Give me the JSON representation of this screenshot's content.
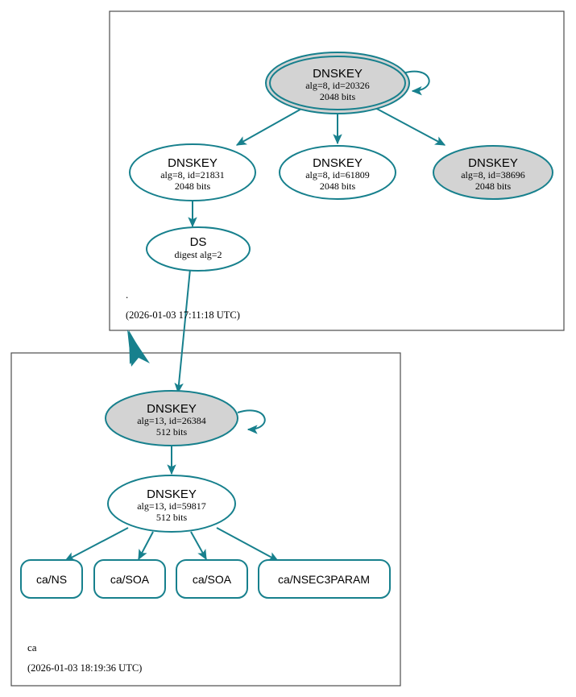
{
  "diagram": {
    "kind": "dnssec-authentication-chain",
    "colors": {
      "accent_teal": "#17808d",
      "node_secure_fill": "#d3d3d3",
      "node_plain_fill": "#ffffff",
      "zone_border": "#4d4d4d",
      "background": "#ffffff"
    }
  },
  "zones": [
    {
      "id": "root",
      "name": ".",
      "timestamp": "(2026-01-03 17:11:18 UTC)",
      "nodes": [
        {
          "id": "root-ksk-20326",
          "type": "DNSKEY",
          "title": "DNSKEY",
          "line2": "alg=8, id=20326",
          "line3": "2048 bits",
          "fill": "gray",
          "double_ellipse": true,
          "self_signed": true
        },
        {
          "id": "root-zsk-21831",
          "type": "DNSKEY",
          "title": "DNSKEY",
          "line2": "alg=8, id=21831",
          "line3": "2048 bits",
          "fill": "white",
          "double_ellipse": false,
          "self_signed": false
        },
        {
          "id": "root-zsk-61809",
          "type": "DNSKEY",
          "title": "DNSKEY",
          "line2": "alg=8, id=61809",
          "line3": "2048 bits",
          "fill": "white",
          "double_ellipse": false,
          "self_signed": false
        },
        {
          "id": "root-zsk-38696",
          "type": "DNSKEY",
          "title": "DNSKEY",
          "line2": "alg=8, id=38696",
          "line3": "2048 bits",
          "fill": "gray",
          "double_ellipse": false,
          "self_signed": false
        },
        {
          "id": "root-ds",
          "type": "DS",
          "title": "DS",
          "line2": "digest alg=2",
          "line3": "",
          "fill": "white",
          "double_ellipse": false,
          "self_signed": false
        }
      ]
    },
    {
      "id": "ca",
      "name": "ca",
      "timestamp": "(2026-01-03 18:19:36 UTC)",
      "nodes": [
        {
          "id": "ca-ksk-26384",
          "type": "DNSKEY",
          "title": "DNSKEY",
          "line2": "alg=13, id=26384",
          "line3": "512 bits",
          "fill": "gray",
          "double_ellipse": false,
          "self_signed": true
        },
        {
          "id": "ca-zsk-59817",
          "type": "DNSKEY",
          "title": "DNSKEY",
          "line2": "alg=13, id=59817",
          "line3": "512 bits",
          "fill": "white",
          "double_ellipse": false,
          "self_signed": false
        }
      ],
      "rrsets": [
        {
          "id": "ca-ns",
          "label": "ca/NS"
        },
        {
          "id": "ca-soa-1",
          "label": "ca/SOA"
        },
        {
          "id": "ca-soa-2",
          "label": "ca/SOA"
        },
        {
          "id": "ca-nsec3param",
          "label": "ca/NSEC3PARAM"
        }
      ]
    }
  ],
  "edges": [
    {
      "from": "root-ksk-20326",
      "to": "root-ksk-20326",
      "kind": "self-signature"
    },
    {
      "from": "root-ksk-20326",
      "to": "root-zsk-21831",
      "kind": "signature"
    },
    {
      "from": "root-ksk-20326",
      "to": "root-zsk-61809",
      "kind": "signature"
    },
    {
      "from": "root-ksk-20326",
      "to": "root-zsk-38696",
      "kind": "signature"
    },
    {
      "from": "root-zsk-21831",
      "to": "root-ds",
      "kind": "signature"
    },
    {
      "from": "root-ds",
      "to": "ca-ksk-26384",
      "kind": "delegation"
    },
    {
      "from": "root",
      "to": "ca",
      "kind": "zone-delegation"
    },
    {
      "from": "ca-ksk-26384",
      "to": "ca-ksk-26384",
      "kind": "self-signature"
    },
    {
      "from": "ca-ksk-26384",
      "to": "ca-zsk-59817",
      "kind": "signature"
    },
    {
      "from": "ca-zsk-59817",
      "to": "ca-ns",
      "kind": "signature"
    },
    {
      "from": "ca-zsk-59817",
      "to": "ca-soa-1",
      "kind": "signature"
    },
    {
      "from": "ca-zsk-59817",
      "to": "ca-soa-2",
      "kind": "signature"
    },
    {
      "from": "ca-zsk-59817",
      "to": "ca-nsec3param",
      "kind": "signature"
    }
  ]
}
